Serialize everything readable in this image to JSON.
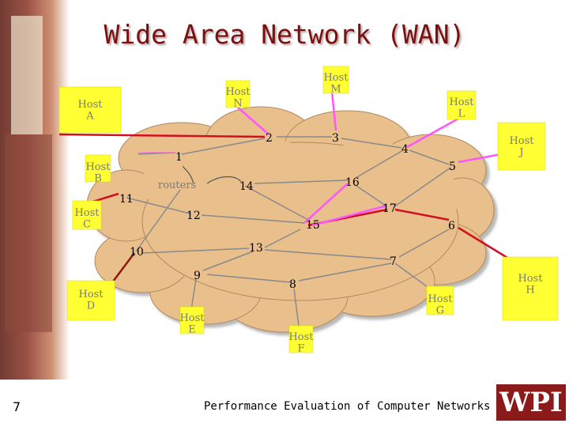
{
  "title": "Wide Area Network (WAN)",
  "hosts": [
    {
      "id": "A",
      "label": "Host A"
    },
    {
      "id": "B",
      "label": "Host B"
    },
    {
      "id": "C",
      "label": "Host C"
    },
    {
      "id": "D",
      "label": "Host D"
    },
    {
      "id": "E",
      "label": "Host E"
    },
    {
      "id": "F",
      "label": "Host F"
    },
    {
      "id": "G",
      "label": "Host G"
    },
    {
      "id": "H",
      "label": "Host H"
    },
    {
      "id": "J",
      "label": "Host J"
    },
    {
      "id": "L",
      "label": "Host L"
    },
    {
      "id": "M",
      "label": "Host M"
    },
    {
      "id": "N",
      "label": "Host N"
    }
  ],
  "routers": [
    "1",
    "2",
    "3",
    "4",
    "5",
    "6",
    "7",
    "8",
    "9",
    "10",
    "11",
    "12",
    "13",
    "14",
    "15",
    "16",
    "17"
  ],
  "routers_label": "routers",
  "footer": {
    "page_number": "7",
    "text": "Performance Evaluation of Computer Networks",
    "logo": "WPI"
  },
  "colors": {
    "host_fill": "#ffff33",
    "cloud": "#e9bf8c",
    "link_pink": "#ff55ff",
    "link_red": "#d01020",
    "link_gray": "#b0b0b0",
    "link_dark": "#666666"
  }
}
